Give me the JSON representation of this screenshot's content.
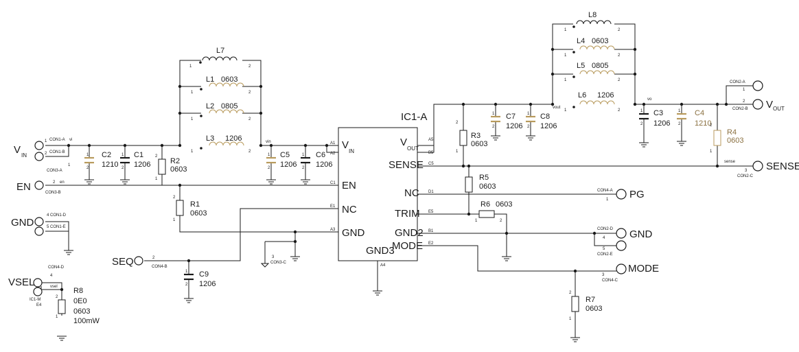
{
  "ic": {
    "name": "IC1-A",
    "vin_pin": "V",
    "vin_sub": "IN",
    "en_pin": "EN",
    "nc_pin_left": "NC",
    "gnd_pin": "GND",
    "vout_pin": "V",
    "vout_sub": "OUT",
    "sense_pin": "SENSE",
    "nc_pin_right": "NC",
    "trim_pin": "TRIM",
    "gnd2_pin": "GND2",
    "mode_pin": "MODE",
    "gnd3_pin": "GND3",
    "pin_ids": {
      "a1": "A1",
      "a2": "A2",
      "c1": "C1",
      "e1": "E1",
      "a3": "A3",
      "a5": "A5",
      "b5": "B5",
      "c5": "C5",
      "d1": "D1",
      "e5": "E5",
      "b1": "B1",
      "e2": "E2",
      "a4": "A4"
    }
  },
  "terminals": {
    "vin": {
      "main": "V",
      "sub": "IN",
      "con1a": "CON1-A",
      "con1b": "CON1-B",
      "con3a": "CON3-A",
      "vi": "vi",
      "p1": "1",
      "p2": "2",
      "p1b": "1"
    },
    "en": {
      "label": "EN",
      "con": "CON3-B",
      "pin": "2",
      "net": "en"
    },
    "gnd_left": {
      "label": "GND",
      "con1d": "4 CON1-D",
      "con1e": "5 CON1-E"
    },
    "vsel": {
      "label": "VSEL",
      "con": "CON4-D",
      "pin": "4",
      "net": "vsel",
      "ic1m": "IC1-M",
      "e4": "E4"
    },
    "seq": {
      "label": "SEQ",
      "con": "CON4-B",
      "pin": "2"
    },
    "con3c": {
      "label": "CON3-C",
      "pin": "3"
    },
    "vout": {
      "main": "V",
      "sub": "OUT",
      "con2a": "CON2-A",
      "con2b": "CON2-B",
      "p1": "1",
      "p2": "2"
    },
    "sense": {
      "label": "SENSE",
      "con": "CON2-C",
      "pin": "3",
      "net": "sense"
    },
    "pg": {
      "label": "PG",
      "con": "CON4-A",
      "pin": "1"
    },
    "gnd_right": {
      "label": "GND",
      "con2d": "CON2-D",
      "con2e": "CON2-E",
      "p4": "4",
      "p5": "5"
    },
    "mode": {
      "label": "MODE",
      "con": "CON4-C",
      "pin": "3"
    }
  },
  "nets": {
    "vin": "vin",
    "vout": "vout",
    "vo": "vo"
  },
  "components": {
    "L7": {
      "ref": "L7",
      "p1": "1",
      "p2": "2"
    },
    "L1": {
      "ref": "L1",
      "value": "0603",
      "p1": "1",
      "p2": "2"
    },
    "L2": {
      "ref": "L2",
      "value": "0805",
      "p1": "1",
      "p2": "2"
    },
    "L3": {
      "ref": "L3",
      "value": "1206",
      "p1": "1",
      "p2": "2"
    },
    "L8": {
      "ref": "L8",
      "p1": "1",
      "p2": "2"
    },
    "L4": {
      "ref": "L4",
      "value": "0603",
      "p1": "1",
      "p2": "2"
    },
    "L5": {
      "ref": "L5",
      "value": "0805",
      "p1": "1",
      "p2": "2"
    },
    "L6": {
      "ref": "L6",
      "value": "1206",
      "p1": "1",
      "p2": "2"
    },
    "C2": {
      "ref": "C2",
      "value": "1210",
      "p1": "1",
      "p2": "2"
    },
    "C1": {
      "ref": "C1",
      "value": "1206",
      "p1": "1",
      "p2": "2"
    },
    "C5": {
      "ref": "C5",
      "value": "1206",
      "p1": "1",
      "p2": "2"
    },
    "C6": {
      "ref": "C6",
      "value": "1206",
      "p1": "1",
      "p2": "2"
    },
    "C7": {
      "ref": "C7",
      "value": "1206",
      "p1": "1",
      "p2": "2"
    },
    "C8": {
      "ref": "C8",
      "value": "1206",
      "p1": "1",
      "p2": "2"
    },
    "C3": {
      "ref": "C3",
      "value": "1206",
      "p1": "1",
      "p2": "2"
    },
    "C4": {
      "ref": "C4",
      "value": "1210",
      "p1": "1",
      "p2": "2"
    },
    "C9": {
      "ref": "C9",
      "value": "1206",
      "p1": "1",
      "p2": "2"
    },
    "R1": {
      "ref": "R1",
      "value": "0603",
      "p1": "1",
      "p2": "2"
    },
    "R2": {
      "ref": "R2",
      "value": "0603",
      "p1": "1",
      "p2": "2"
    },
    "R3": {
      "ref": "R3",
      "value": "0603",
      "p1": "1",
      "p2": "2"
    },
    "R4": {
      "ref": "R4",
      "value": "0603",
      "p1": "1",
      "p2": "2"
    },
    "R5": {
      "ref": "R5",
      "value": "0603",
      "p1": "1",
      "p2": "2"
    },
    "R6": {
      "ref": "R6",
      "value": "0603",
      "p1": "1",
      "p2": "2"
    },
    "R7": {
      "ref": "R7",
      "value": "0603",
      "p1": "1",
      "p2": "2"
    },
    "R8": {
      "ref": "R8",
      "value1": "0E0",
      "value2": "0603",
      "value3": "100mW",
      "p1": "1",
      "p2": "2"
    }
  },
  "colors": {
    "wire": "#1a1a1a",
    "optional_part": "#b89a5c"
  }
}
